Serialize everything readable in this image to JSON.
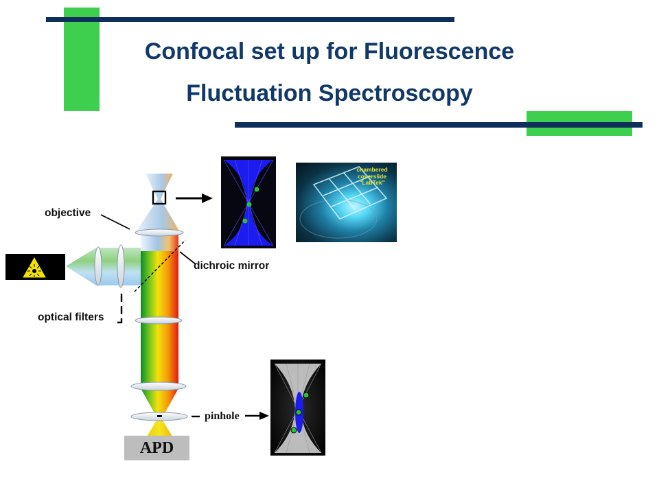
{
  "slide": {
    "title_line1": "Confocal set up for Fluorescence",
    "title_line2": "Fluctuation Spectroscopy"
  },
  "diagram": {
    "labels": {
      "objective": "objective",
      "dichroic_mirror": "dichroic mirror",
      "optical_filters": "optical filters",
      "pinhole": "pinhole",
      "apd": "APD"
    },
    "photo_caption": {
      "line1": "chambered",
      "line2": "coverslide",
      "line3": "\"LabTek\""
    },
    "colors": {
      "accent_green": "#3ecf4f",
      "navy": "#0d2f5a",
      "title": "#103868",
      "focal_volume_blue": "#1c1cf0",
      "particle_green": "#2bbf3a"
    }
  }
}
